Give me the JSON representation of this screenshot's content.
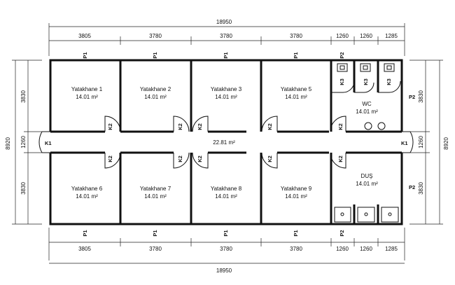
{
  "overall_width": "18950",
  "overall_height": "8920",
  "dims_top": [
    "3805",
    "3780",
    "3780",
    "3780",
    "1260",
    "1260",
    "1285"
  ],
  "dims_bottom": [
    "3805",
    "3780",
    "3780",
    "3780",
    "1260",
    "1260",
    "1285"
  ],
  "dims_left": [
    "3830",
    "1260",
    "3830"
  ],
  "dims_right": [
    "3830",
    "1260",
    "3830"
  ],
  "rooms": [
    {
      "name": "Yatakhane 1",
      "area": "14.01 m²"
    },
    {
      "name": "Yatakhane 2",
      "area": "14.01 m²"
    },
    {
      "name": "Yatakhane 3",
      "area": "14.01 m²"
    },
    {
      "name": "Yatakhane 5",
      "area": "14.01 m²"
    },
    {
      "name": "WC",
      "area": "14.01 m²"
    },
    {
      "name": "Yatakhane 6",
      "area": "14.01 m²"
    },
    {
      "name": "Yatakhane 7",
      "area": "14.01 m²"
    },
    {
      "name": "Yatakhane 8",
      "area": "14.01 m²"
    },
    {
      "name": "Yatakhane 9",
      "area": "14.01 m²"
    },
    {
      "name": "DUŞ",
      "area": "14.01 m²"
    }
  ],
  "corridor_area": "22.81 m²",
  "tags": {
    "p1": "P1",
    "p2": "P2",
    "k1": "K1",
    "k2": "K2",
    "k3": "K3"
  }
}
